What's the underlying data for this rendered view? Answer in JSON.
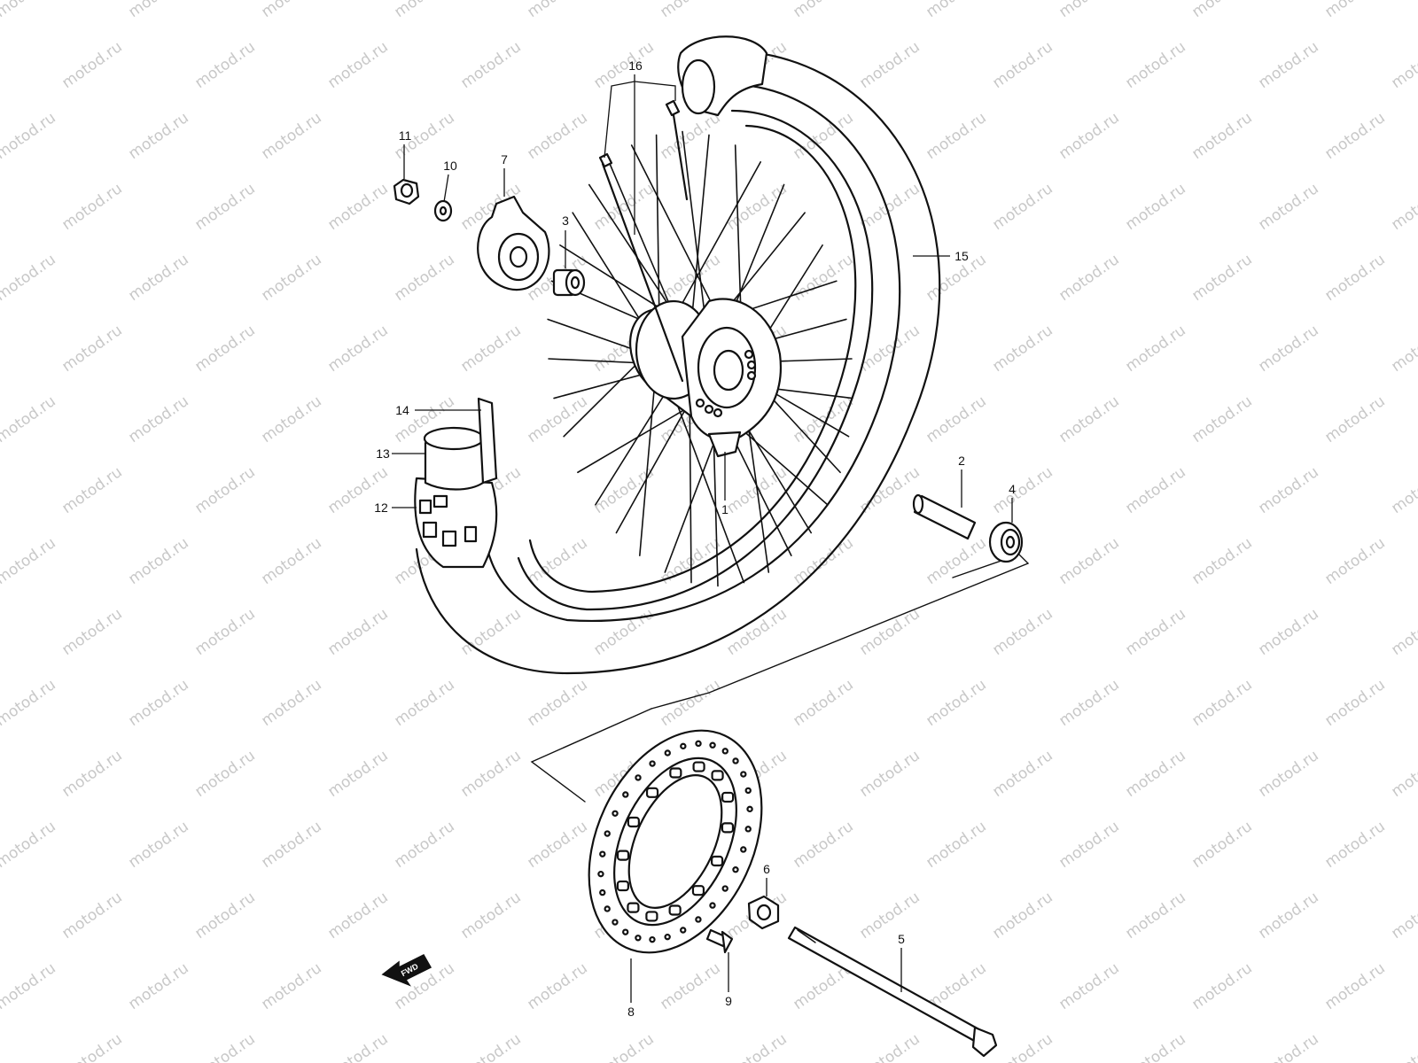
{
  "watermark": "motod.ru",
  "direction_label": "FWD",
  "callouts": [
    {
      "id": "1",
      "label": "1"
    },
    {
      "id": "2",
      "label": "2"
    },
    {
      "id": "3",
      "label": "3"
    },
    {
      "id": "4",
      "label": "4"
    },
    {
      "id": "5",
      "label": "5"
    },
    {
      "id": "6",
      "label": "6"
    },
    {
      "id": "7",
      "label": "7"
    },
    {
      "id": "8",
      "label": "8"
    },
    {
      "id": "9",
      "label": "9"
    },
    {
      "id": "10",
      "label": "10"
    },
    {
      "id": "11",
      "label": "11"
    },
    {
      "id": "12",
      "label": "12"
    },
    {
      "id": "13",
      "label": "13"
    },
    {
      "id": "14",
      "label": "14"
    },
    {
      "id": "15",
      "label": "15"
    },
    {
      "id": "16",
      "label": "16"
    }
  ],
  "colors": {
    "line": "#111111",
    "watermark": "#c8c8c8",
    "background": "#ffffff"
  }
}
